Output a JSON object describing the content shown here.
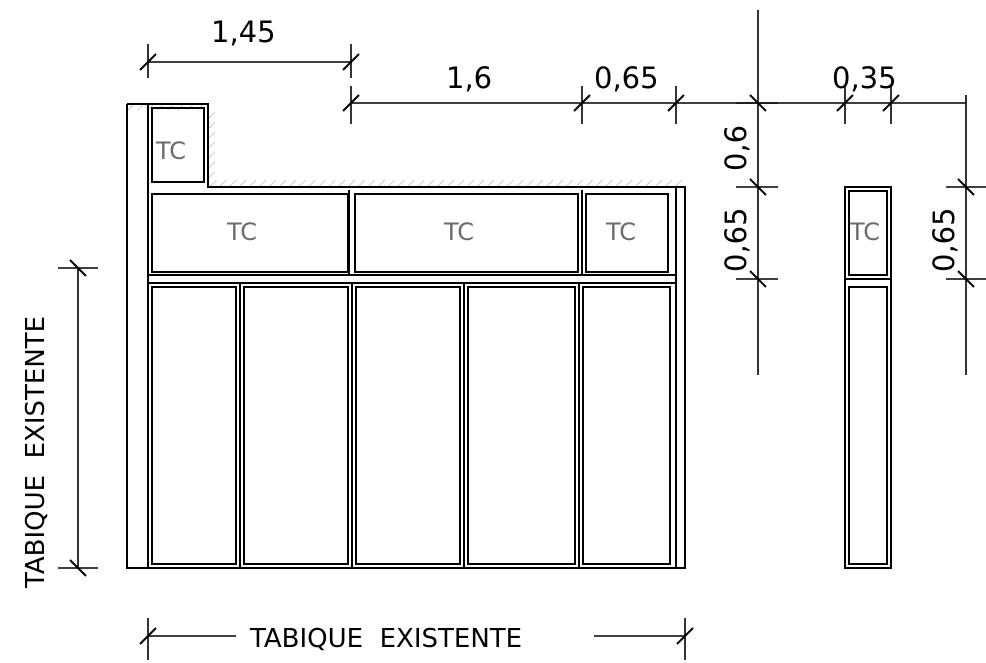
{
  "dimensions": {
    "top_left_width": "1,45",
    "mid_width": "1,6",
    "right_width": "0,65",
    "side_width": "0,35",
    "upper_height": "0,6",
    "lower_height": "0,65",
    "side_height": "0,65"
  },
  "panels": {
    "tc_label": "TC"
  },
  "walls": {
    "bottom_label": "TABIQUE  EXISTENTE",
    "left_label": "TABIQUE  EXISTENTE"
  }
}
